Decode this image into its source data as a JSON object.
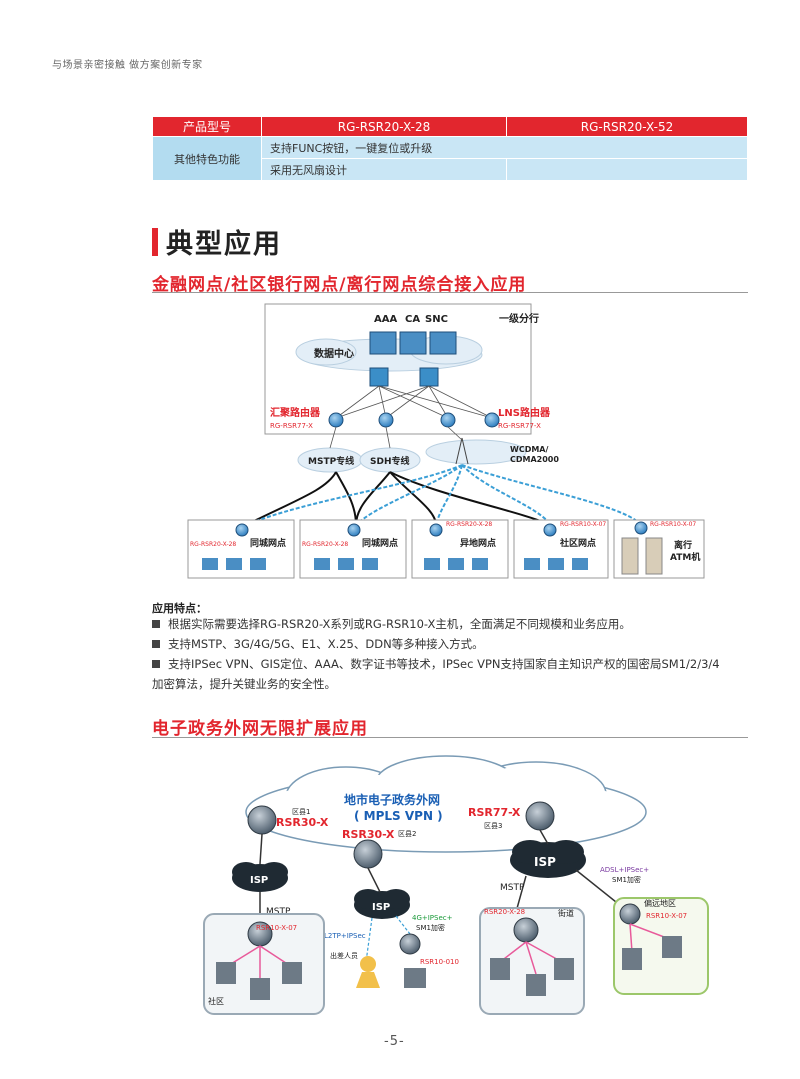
{
  "header": {
    "tagline": "与场景亲密接触 做方案创新专家"
  },
  "spec_table": {
    "head": [
      "产品型号",
      "RG-RSR20-X-28",
      "RG-RSR20-X-52"
    ],
    "row_label": "其他特色功能",
    "rows": [
      "支持FUNC按钮，一键复位或升级",
      "采用无风扇设计"
    ]
  },
  "section": {
    "title": "典型应用"
  },
  "app1": {
    "title": "金融网点/社区银行网点/离行网点综合接入应用",
    "diagram": {
      "tier": "一级分行",
      "servers": [
        "AAA",
        "CA",
        "SNC"
      ],
      "datacenter": "数据中心",
      "agg_router": "汇聚路由器",
      "agg_model": "RG-RSR77-X",
      "lns_router": "LNS路由器",
      "lns_model": "RG-RSR77-X",
      "mstp": "MSTP专线",
      "sdh": "SDH专线",
      "wireless": "WCDMA/\nCDMA2000",
      "wireless_l1": "WCDMA/",
      "wireless_l2": "CDMA2000",
      "branches": [
        {
          "model": "RG-RSR20-X-28",
          "name": "同城网点"
        },
        {
          "model": "RG-RSR20-X-28",
          "name": "同城网点"
        },
        {
          "model": "RG-RSR20-X-28",
          "name": "异地网点"
        },
        {
          "model": "RG-RSR10-X-07",
          "name": "社区网点"
        },
        {
          "model": "RG-RSR10-X-07",
          "name": "离行",
          "name2": "ATM机"
        }
      ]
    },
    "features_heading": "应用特点：",
    "features": [
      "根据实际需要选择RG-RSR20-X系列或RG-RSR10-X主机，全面满足不同规模和业务应用。",
      "支持MSTP、3G/4G/5G、E1、X.25、DDN等多种接入方式。",
      "支持IPSec VPN、GIS定位、AAA、数字证书等技术，IPSec VPN支持国家自主知识产权的国密局SM1/2/3/4",
      "加密算法，提升关键业务的安全性。"
    ]
  },
  "app2": {
    "title": "电子政务外网无限扩展应用",
    "diagram": {
      "cloud_l1": "地市电子政务外网",
      "cloud_l2": "( MPLS VPN )",
      "zone1": "区县1",
      "zone1_model": "RSR30-X",
      "zone2": "区县2",
      "zone2_model": "RSR30-X",
      "zone3": "区县3",
      "zone3_model": "RSR77-X",
      "isp": "ISP",
      "mstp": "MSTP",
      "l2tp": "L2TP+IPSec",
      "g4": "4G+IPSec+",
      "g4b": "SM1加密",
      "adsl": "ADSL+IPSec+",
      "adslb": "SM1加密",
      "community": "社区",
      "community_model": "RSR10-X-07",
      "staff": "出差人员",
      "staff_model": "RSR10-010",
      "street": "街道",
      "street_model": "RSR20-X-28",
      "remote": "偏远地区",
      "remote_model": "RSR10-X-07"
    }
  },
  "footer": {
    "page": "-5-"
  },
  "colors": {
    "accent_red": "#e2262e",
    "table_blue": "#c9e6f5",
    "router_blue": "#3b8ec8"
  }
}
